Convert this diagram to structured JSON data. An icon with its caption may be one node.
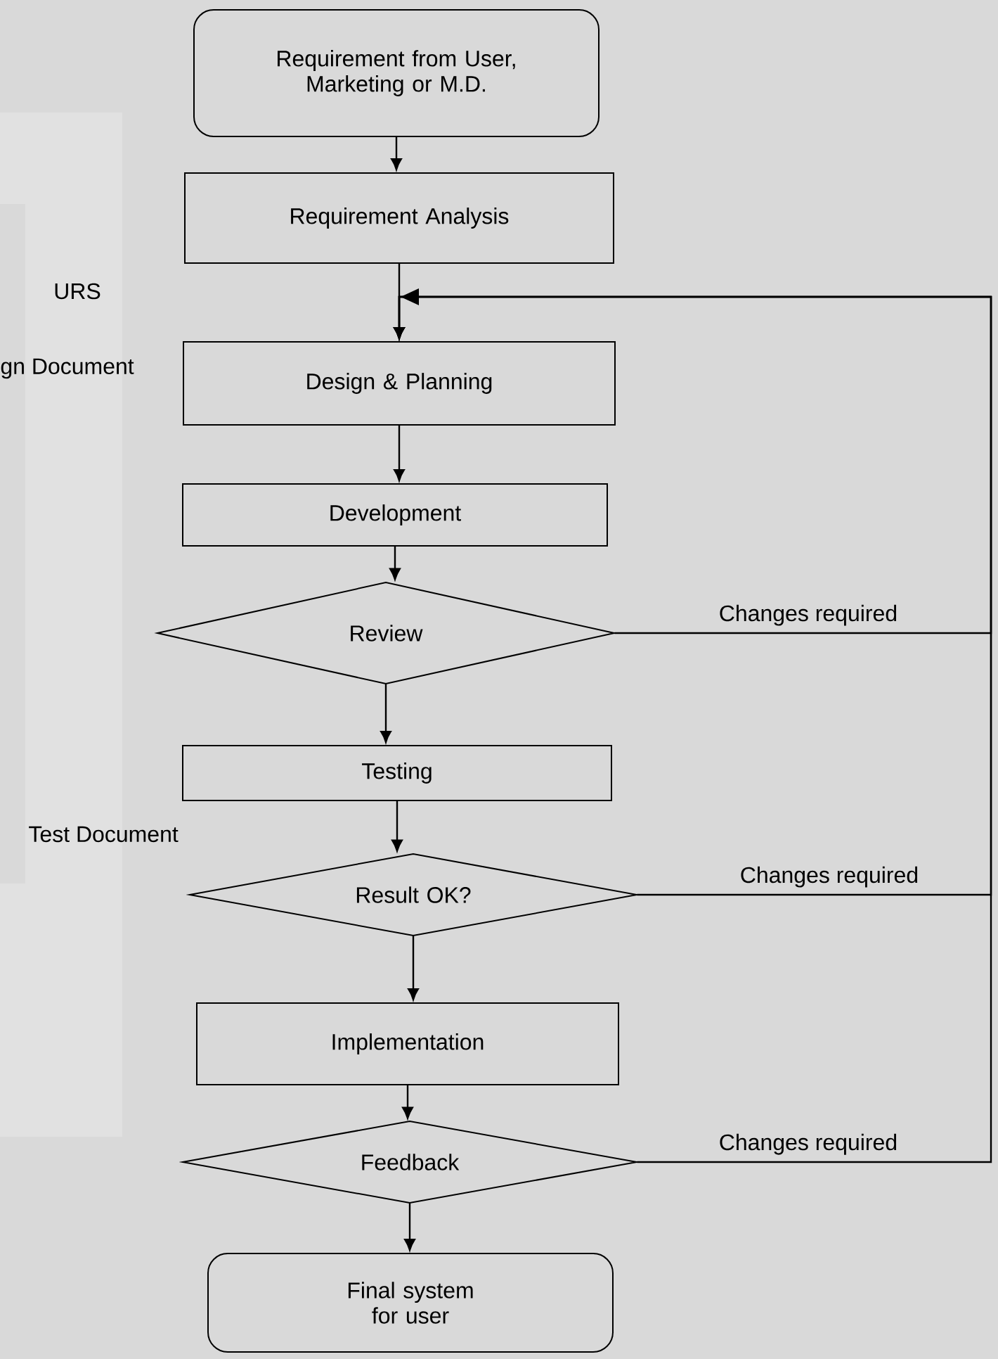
{
  "diagram": {
    "nodes": [
      {
        "text": [
          "Requirement from User, Marketing or M.D."
        ]
      },
      {
        "text": [
          "Requirement Analysis"
        ]
      },
      {
        "text": [
          "Design & Planning"
        ]
      },
      {
        "text": [
          "Development"
        ]
      },
      {
        "text": [
          "Review"
        ]
      },
      {
        "text": [
          "Testing"
        ]
      },
      {
        "text": [
          "Result OK?"
        ]
      },
      {
        "text": [
          "Implementation"
        ]
      },
      {
        "text": [
          "Feedback"
        ]
      },
      {
        "text": [
          "Final system for user"
        ]
      }
    ],
    "edges": [
      {
        "from": 0,
        "to": 1,
        "arrow": "to"
      },
      {
        "from": 1,
        "to": 2,
        "arrow": "to"
      },
      {
        "from": 2,
        "to": 3,
        "arrow": "to"
      },
      {
        "from": 3,
        "to": 4,
        "arrow": "to"
      },
      {
        "from": 4,
        "to": 5,
        "arrow": "to"
      },
      {
        "from": 5,
        "to": 6,
        "arrow": "to"
      },
      {
        "from": 6,
        "to": 7,
        "arrow": "to"
      },
      {
        "from": 7,
        "to": 8,
        "arrow": "to"
      },
      {
        "from": 8,
        "to": 9,
        "arrow": "to"
      },
      {
        "from": 4,
        "to": 2,
        "arrow": "to",
        "label": "Changes required"
      },
      {
        "from": 6,
        "to": 2,
        "arrow": "to",
        "label": "Changes required"
      },
      {
        "from": 8,
        "to": 2,
        "arrow": "to",
        "label": "Changes required"
      }
    ],
    "labels": [
      "URS",
      "gn Document",
      "Test Document"
    ]
  }
}
